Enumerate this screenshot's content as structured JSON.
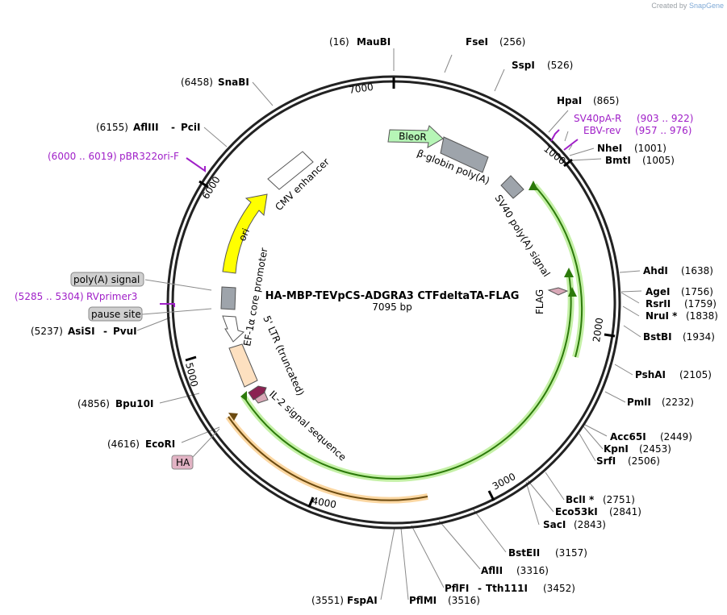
{
  "credit": {
    "prefix": "Created by",
    "brand": "SnapGene"
  },
  "title": "HA-MBP-TEVpCS-ADGRA3 CTFdeltaTA-FLAG",
  "length_label": "7095 bp",
  "ticks": [
    "1000",
    "2000",
    "3000",
    "4000",
    "5000",
    "6000",
    "7000"
  ],
  "sites": [
    {
      "name": "MauBI",
      "pos": "(16)"
    },
    {
      "name": "FseI",
      "pos": "(256)"
    },
    {
      "name": "SspI",
      "pos": "(526)"
    },
    {
      "name": "HpaI",
      "pos": "(865)"
    },
    {
      "name": "NheI",
      "pos": "(1001)"
    },
    {
      "name": "BmtI",
      "pos": "(1005)"
    },
    {
      "name": "AhdI",
      "pos": "(1638)"
    },
    {
      "name": "AgeI",
      "pos": "(1756)"
    },
    {
      "name": "RsrII",
      "pos": "(1759)"
    },
    {
      "name": "NruI *",
      "pos": "(1838)"
    },
    {
      "name": "BstBI",
      "pos": "(1934)"
    },
    {
      "name": "PshAI",
      "pos": "(2105)"
    },
    {
      "name": "PmlI",
      "pos": "(2232)"
    },
    {
      "name": "Acc65I",
      "pos": "(2449)"
    },
    {
      "name": "KpnI",
      "pos": "(2453)"
    },
    {
      "name": "SrfI",
      "pos": "(2506)"
    },
    {
      "name": "BclI *",
      "pos": "(2751)"
    },
    {
      "name": "Eco53kI",
      "pos": "(2841)"
    },
    {
      "name": "SacI",
      "pos": "(2843)"
    },
    {
      "name": "BstEII",
      "pos": "(3157)"
    },
    {
      "name": "AflII",
      "pos": "(3316)"
    },
    {
      "name": "PflFI",
      "name2": "Tth111I",
      "pos": "(3452)"
    },
    {
      "name": "PflMI",
      "pos": "(3516)"
    },
    {
      "name": "FspAI",
      "pos": "(3551)"
    },
    {
      "name": "EcoRI",
      "pos": "(4616)"
    },
    {
      "name": "Bpu10I",
      "pos": "(4856)"
    },
    {
      "name": "AsiSI",
      "name2": "PvuI",
      "pos": "(5237)"
    },
    {
      "name": "AflIII",
      "name2": "PciI",
      "pos": "(6155)"
    },
    {
      "name": "SnaBI",
      "pos": "(6458)"
    }
  ],
  "primers": [
    {
      "name": "SV40pA-R",
      "pos": "(903 .. 922)"
    },
    {
      "name": "EBV-rev",
      "pos": "(957 .. 976)"
    },
    {
      "name": "RVprimer3",
      "pos": "(5285 .. 5304)"
    },
    {
      "name": "pBR322ori-F",
      "pos": "(6000 .. 6019)"
    }
  ],
  "features": [
    {
      "name": "BleoR",
      "color": "#b6f5b6"
    },
    {
      "name": "β-globin poly(A)",
      "color": "#9ea4ab"
    },
    {
      "name": "SV40 poly(A) signal",
      "color": "#9ea4ab"
    },
    {
      "name": "FLAG",
      "color": "#d9a8b7"
    },
    {
      "name": "IL-2 signal sequence",
      "color": "#8b2252"
    },
    {
      "name": "5' LTR (truncated)",
      "color": "#fde0c0"
    },
    {
      "name": "EF-1α core promoter",
      "color": "#ffffff"
    },
    {
      "name": "ori",
      "color": "#ffff00"
    },
    {
      "name": "CMV enhancer",
      "color": "#ffffff"
    }
  ],
  "boxed_labels": [
    {
      "name": "poly(A) signal",
      "color": "#cfcfcf"
    },
    {
      "name": "pause site",
      "color": "#cfcfcf"
    },
    {
      "name": "HA",
      "color": "#e2b3c4"
    }
  ],
  "colors": {
    "backbone": "#222222",
    "primer": "#a020c8",
    "orf_green": "#2c8a0a",
    "orf_orange": "#d99a3c"
  }
}
